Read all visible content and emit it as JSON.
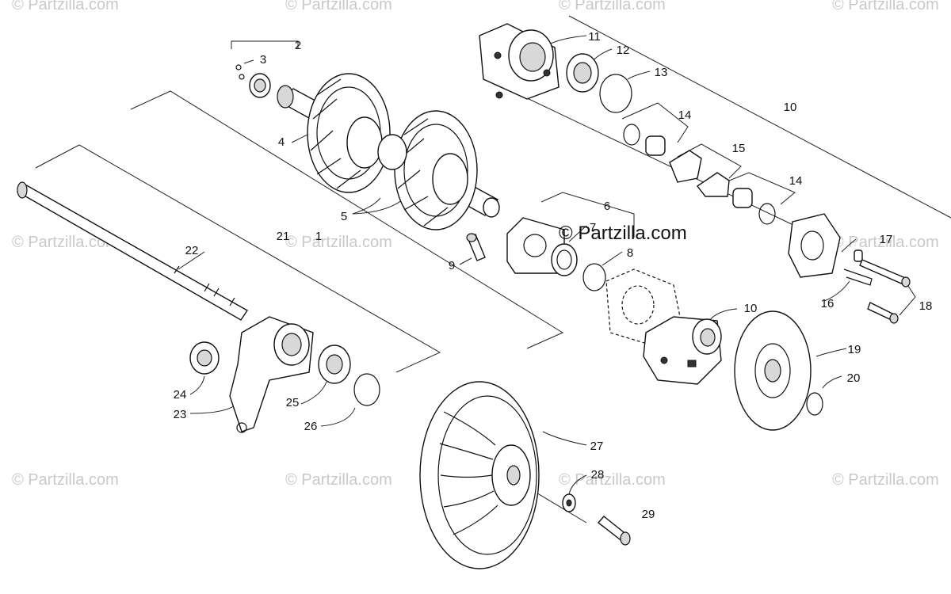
{
  "watermark": {
    "text": "© Partzilla.com"
  },
  "site_label": "© Partzilla.com",
  "callouts": [
    {
      "id": "1",
      "label": "1"
    },
    {
      "id": "2",
      "label": "2"
    },
    {
      "id": "3",
      "label": "3"
    },
    {
      "id": "4",
      "label": "4"
    },
    {
      "id": "5",
      "label": "5"
    },
    {
      "id": "6",
      "label": "6"
    },
    {
      "id": "7",
      "label": "7"
    },
    {
      "id": "8",
      "label": "8"
    },
    {
      "id": "9",
      "label": "9"
    },
    {
      "id": "10a",
      "label": "10"
    },
    {
      "id": "10b",
      "label": "10"
    },
    {
      "id": "11",
      "label": "11"
    },
    {
      "id": "12",
      "label": "12"
    },
    {
      "id": "13",
      "label": "13"
    },
    {
      "id": "14a",
      "label": "14"
    },
    {
      "id": "14b",
      "label": "14"
    },
    {
      "id": "15",
      "label": "15"
    },
    {
      "id": "16",
      "label": "16"
    },
    {
      "id": "17",
      "label": "17"
    },
    {
      "id": "18",
      "label": "18"
    },
    {
      "id": "19",
      "label": "19"
    },
    {
      "id": "20",
      "label": "20"
    },
    {
      "id": "21",
      "label": "21"
    },
    {
      "id": "22",
      "label": "22"
    },
    {
      "id": "23",
      "label": "23"
    },
    {
      "id": "24",
      "label": "24"
    },
    {
      "id": "25",
      "label": "25"
    },
    {
      "id": "26",
      "label": "26"
    },
    {
      "id": "27",
      "label": "27"
    },
    {
      "id": "28",
      "label": "28"
    },
    {
      "id": "29",
      "label": "29"
    }
  ]
}
